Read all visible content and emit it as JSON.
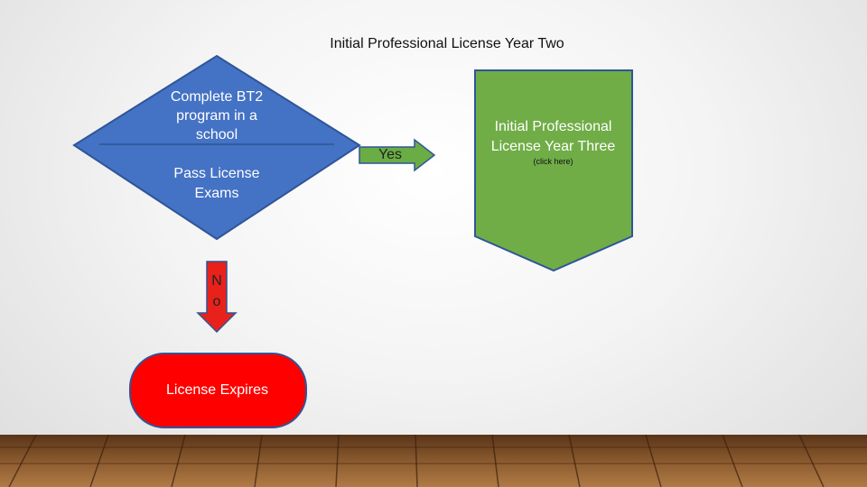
{
  "title": "Initial Professional License Year Two",
  "decision": {
    "top_label": "Complete BT2 program in a school",
    "bottom_label": "Pass License Exams"
  },
  "no_arrow": {
    "label_line1": "N",
    "label_line2": "o",
    "color": "#e8211b"
  },
  "yes_arrow": {
    "label": "Yes",
    "color": "#6aad45"
  },
  "next_step": {
    "label": "Initial Professional License Year Three",
    "sub_label": "(click here)",
    "color": "#70ad47"
  },
  "end_state": {
    "label": "License Expires",
    "color": "#ff0000"
  },
  "colors": {
    "decision_fill": "#4472c4",
    "outline": "#2f5597"
  }
}
